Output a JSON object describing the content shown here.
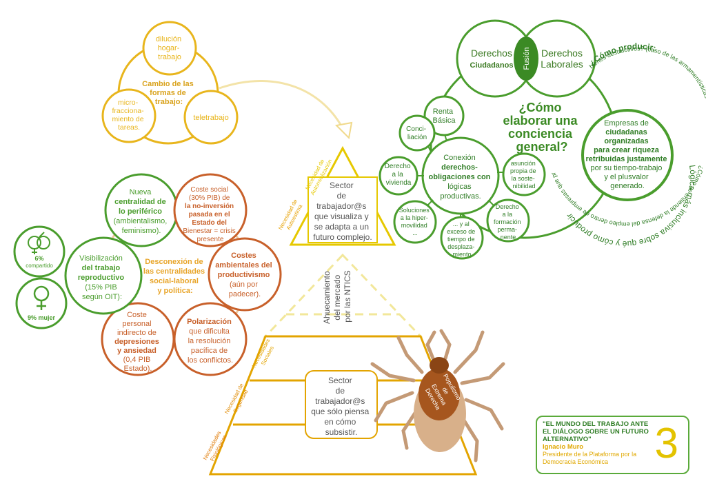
{
  "top_cycle": {
    "center": [
      "Cambio de las",
      "formas de",
      "trabajo:"
    ],
    "top": [
      "dilución",
      "hogar-",
      "trabajo"
    ],
    "left": [
      "micro-",
      "fracciona-",
      "miento de",
      "tareas."
    ],
    "right": [
      "teletrabajo"
    ]
  },
  "venn": {
    "left_title": "Derechos",
    "left_sub": "Ciudadanos",
    "right_title": "Derechos",
    "right_sub": "Laborales",
    "fusion": "Fusión",
    "question": [
      "¿Cómo",
      "elaborar una",
      "conciencia",
      "general?"
    ],
    "orbit_top": "¿Cómo producir:",
    "orbit_top2": "bienes destructivos? (caso de las armamentísticas o extractivas)",
    "orbit_bottom": "Lógica más inclusiva sobre qué y cómo producir",
    "orbit_bottom2": "¿Cómo se entiende la defensa del empleo dentro de empresas que producen"
  },
  "green_hub": {
    "center": [
      "Conexión",
      "derechos-",
      "obligaciones con",
      "lógicas",
      "productivas."
    ],
    "items": [
      [
        "Renta",
        "Básica"
      ],
      [
        "Conci-",
        "liación"
      ],
      [
        "Derecho",
        "a la",
        "vivienda"
      ],
      [
        "Soluciones",
        "a la hiper-",
        "movilidad",
        "..."
      ],
      [
        "... y al",
        "exceso de",
        "tiempo de",
        "desplaza-",
        "miento"
      ],
      [
        "Derecho",
        "a la",
        "formación",
        "perma-",
        "nente"
      ],
      [
        "asunción",
        "propia de",
        "la soste-",
        "nibilidad"
      ]
    ],
    "big": [
      "Empresas de",
      "ciudadanas",
      "organizadas",
      "para crear riqueza",
      "retribuidas justamente",
      "por su tiempo-trabajo",
      "y el plusvalor",
      "generado."
    ]
  },
  "orange_cycle": {
    "center": [
      "Desconexión de",
      "las centralidades",
      "social-laboral",
      "y política:"
    ],
    "items": [
      [
        "Nueva",
        "centralidad de",
        "lo periférico",
        "(ambientalismo,",
        "feminismo)."
      ],
      [
        "Coste social",
        "(30% PIB) de",
        "la no-inversión",
        "pasada en el",
        "Estado del",
        "Bienestar = crisis",
        "presente"
      ],
      [
        "Costes",
        "ambientales del",
        "productivismo",
        "(aún por",
        "padecer)."
      ],
      [
        "Polarización",
        "que dificulta",
        "la resolución",
        "pacífica de",
        "los conflictos."
      ],
      [
        "Coste",
        "personal",
        "indirecto de",
        "depresiones",
        "y ansiedad",
        "(0,4 PIB",
        "Estado)."
      ],
      [
        "Visibilización",
        "del trabajo",
        "reproductivo",
        "(15% PIB",
        "según OIT):"
      ]
    ],
    "shared_pct": "6%",
    "shared_label": "compartido",
    "woman_pct": "9% mujer"
  },
  "pyramid": {
    "top_sector": [
      "Sector",
      "de",
      "trabajador@s",
      "que visualiza y",
      "se adapta a un",
      "futuro complejo."
    ],
    "mid_label": [
      "Ahuecamiento",
      "del mercado",
      "por las NTICS"
    ],
    "bottom_sector": [
      "Sector",
      "de",
      "trabajador@s",
      "que sólo piensa",
      "en cómo",
      "subsistir."
    ],
    "levels": {
      "autorrealizacion": [
        "Necesidad de",
        "Autorrealización"
      ],
      "autoestima": [
        "Necesidad de",
        "Autoestima"
      ],
      "sociales": [
        "Necesidades",
        "Sociales"
      ],
      "seguridad": [
        "Necesidad de",
        "Seguridad"
      ],
      "fisiologicas": [
        "Necesidades",
        "Fisiológicas"
      ]
    },
    "tick": [
      "Populismo",
      "de",
      "Extrema",
      "Derecha"
    ]
  },
  "credit": {
    "quote": "\"EL MUNDO DEL TRABAJO ANTE EL DIÁLOGO SOBRE UN FUTURO ALTERNATIVO\"",
    "author": "Ignacio Muro",
    "role": "Presidente de la Plataforma por la Democracia Económica",
    "number": "3"
  },
  "colors": {
    "yellow": "#e8b51c",
    "orange": "#d9822b",
    "brown": "#b5651d",
    "green": "#4a9d2d",
    "dark_green": "#2f7d25",
    "pyramid_yellow": "#e6c800"
  }
}
